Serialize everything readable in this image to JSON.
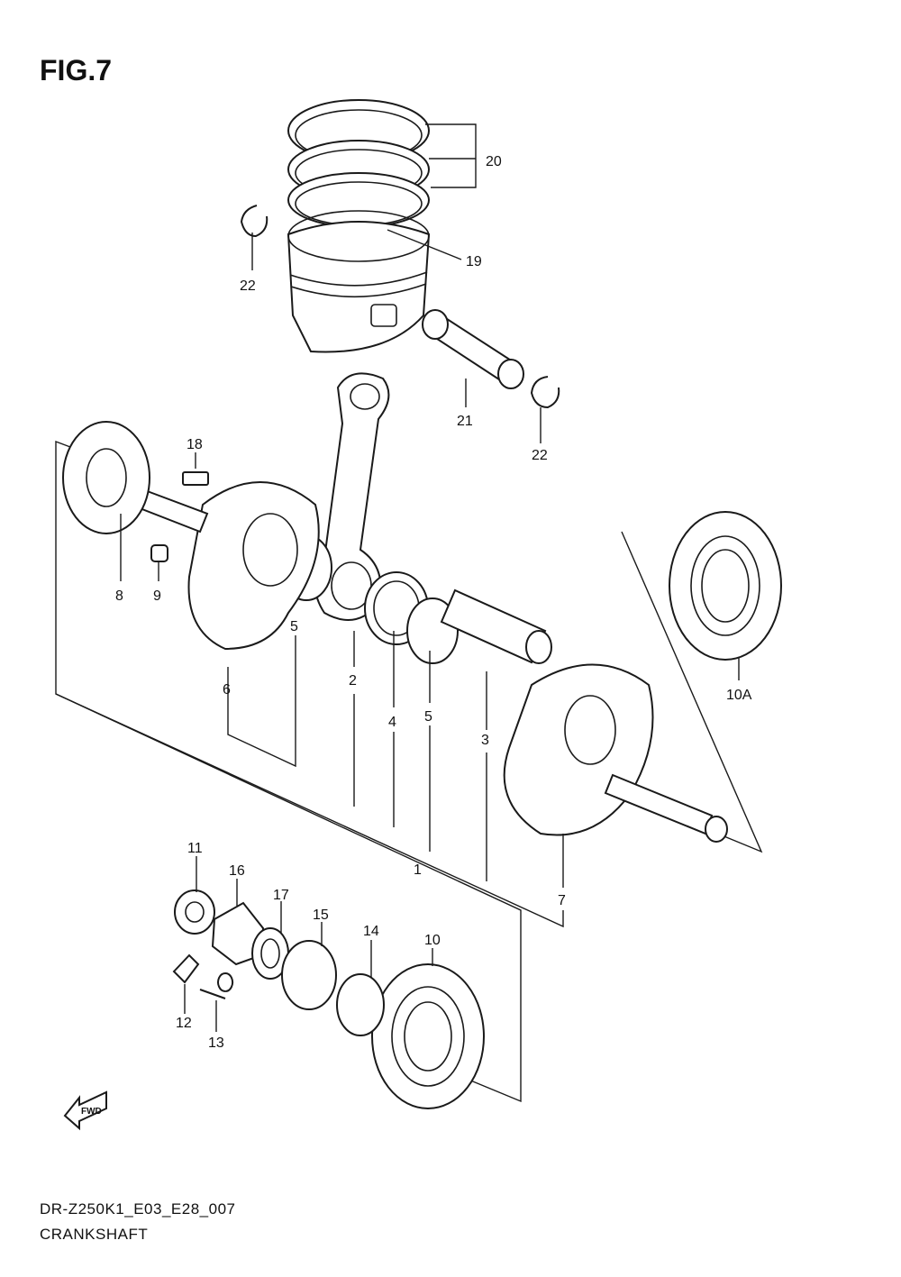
{
  "figure_title": "FIG.7",
  "model_code": "DR-Z250K1_E03_E28_007",
  "section_name": "CRANKSHAFT",
  "fwd_mark": "FWD",
  "callouts": [
    "20",
    "19",
    "22",
    "22",
    "21",
    "18",
    "8",
    "9",
    "5",
    "6",
    "2",
    "4",
    "5",
    "3",
    "10A",
    "1",
    "7",
    "11",
    "16",
    "17",
    "15",
    "14",
    "10",
    "12",
    "13"
  ]
}
